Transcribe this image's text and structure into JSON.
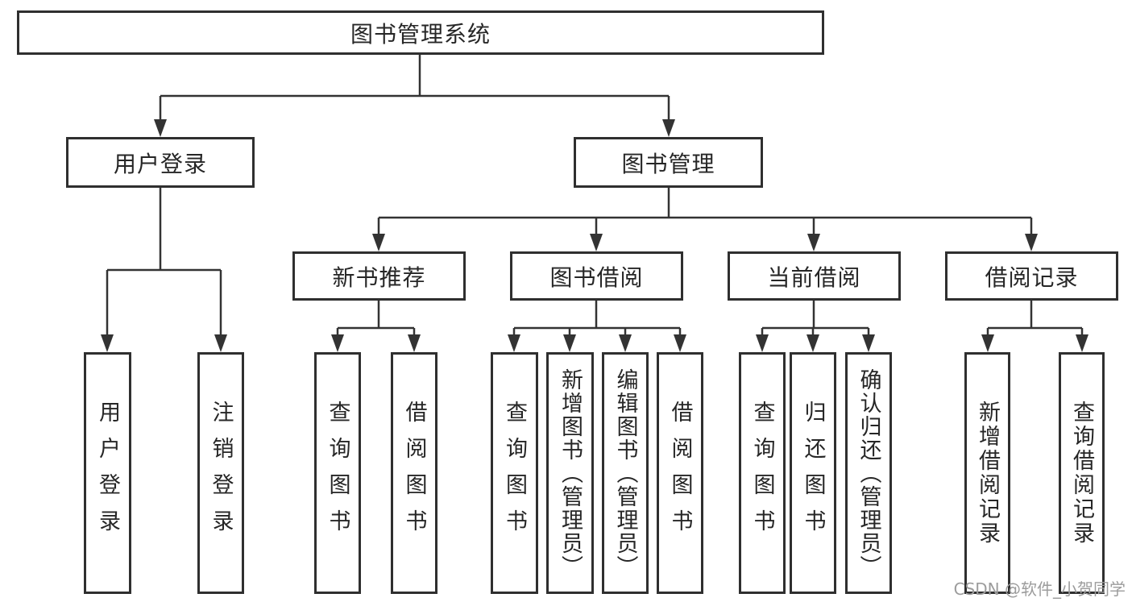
{
  "diagram": {
    "root": {
      "label": "图书管理系统",
      "children": [
        {
          "label": "用户登录",
          "children": [
            {
              "label": "用户登录"
            },
            {
              "label": "注销登录"
            }
          ]
        },
        {
          "label": "图书管理",
          "children": [
            {
              "label": "新书推荐",
              "children": [
                {
                  "label": "查询图书"
                },
                {
                  "label": "借阅图书"
                }
              ]
            },
            {
              "label": "图书借阅",
              "children": [
                {
                  "label": "查询图书"
                },
                {
                  "label": "新增图书（管理员）"
                },
                {
                  "label": "编辑图书（管理员）"
                },
                {
                  "label": "借阅图书"
                }
              ]
            },
            {
              "label": "当前借阅",
              "children": [
                {
                  "label": "查询图书"
                },
                {
                  "label": "归还图书"
                },
                {
                  "label": "确认归还（管理员）"
                }
              ]
            },
            {
              "label": "借阅记录",
              "children": [
                {
                  "label": "新增借阅记录"
                },
                {
                  "label": "查询借阅记录"
                }
              ]
            }
          ]
        }
      ]
    },
    "colors": {
      "line": "#333333",
      "border": "#2f2f2f",
      "text": "#262626",
      "watermark": "#9c9c9c",
      "background": "#ffffff"
    },
    "watermark": "CSDN @软件_小贺同学"
  }
}
